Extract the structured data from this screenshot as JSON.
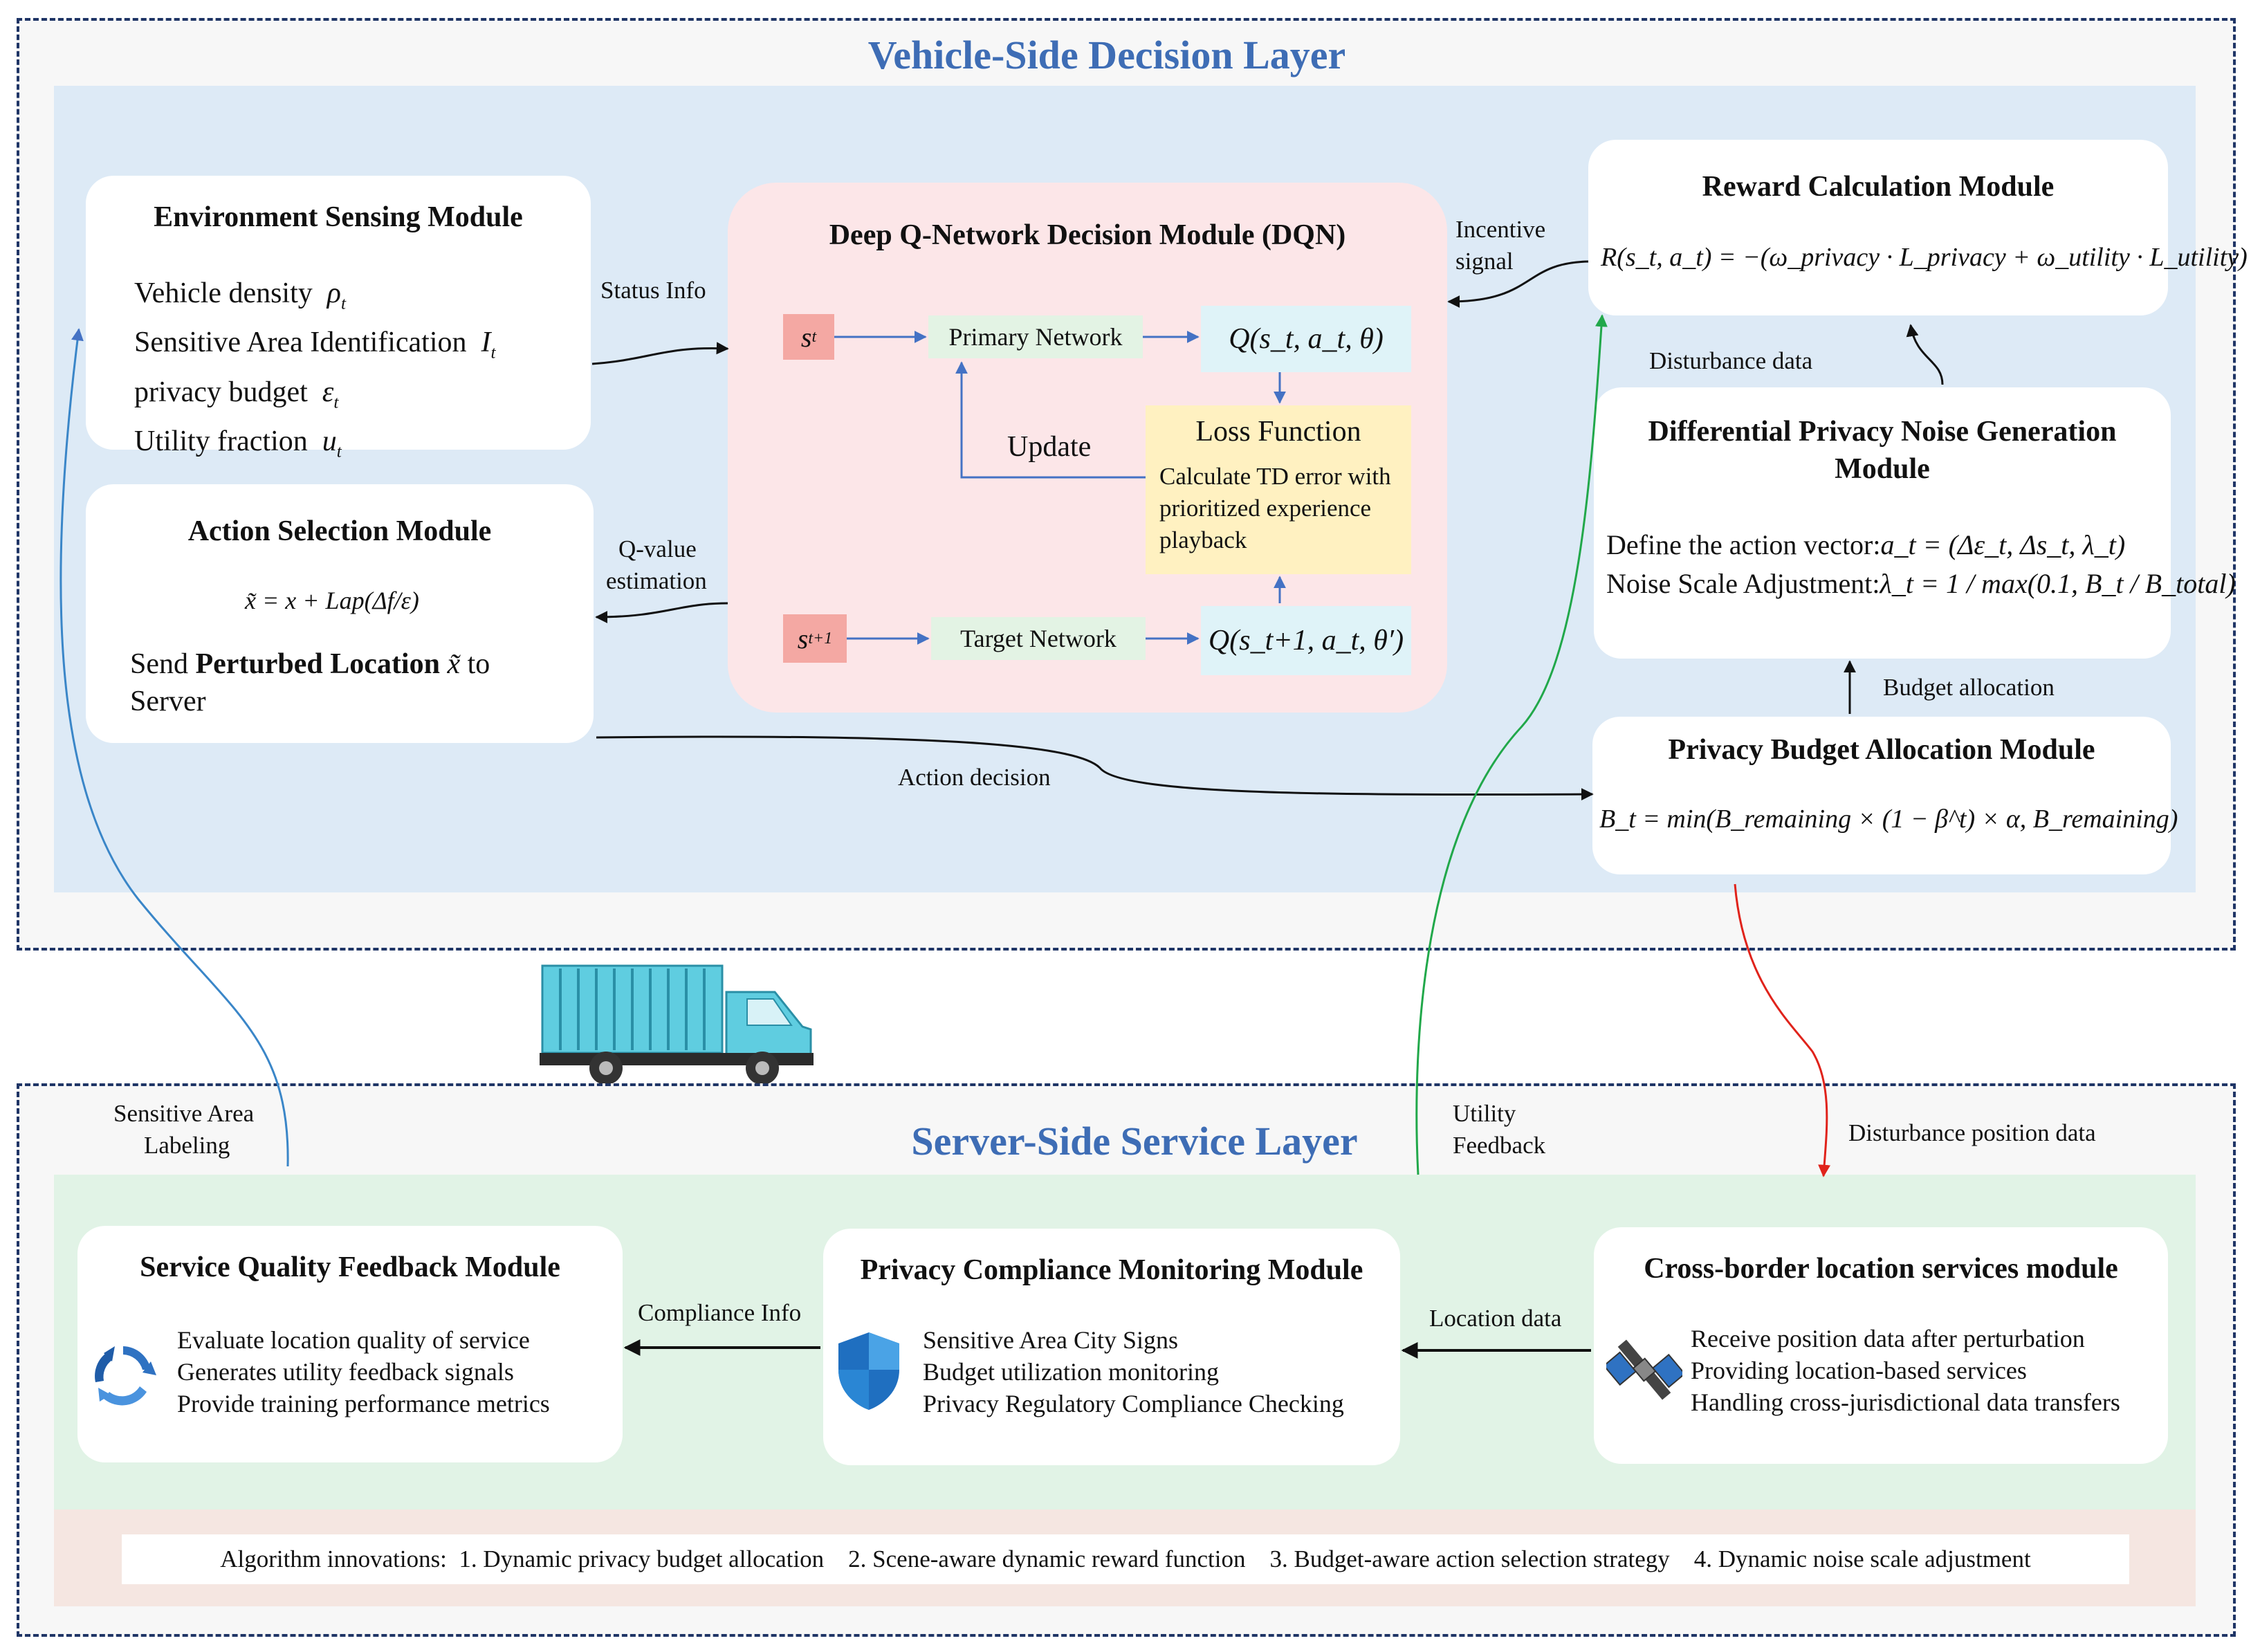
{
  "vehicle_layer": {
    "title": "Vehicle-Side Decision Layer",
    "env_module": {
      "title": "Environment Sensing Module",
      "lines": [
        {
          "text": "Vehicle density",
          "sym": "ρ",
          "sub": "t"
        },
        {
          "text": "Sensitive Area Identification",
          "sym": "I",
          "sub": "t"
        },
        {
          "text": "privacy budget",
          "sym": "ε",
          "sub": "t"
        },
        {
          "text": "Utility fraction",
          "sym": "u",
          "sub": "t"
        }
      ]
    },
    "action_module": {
      "title": "Action Selection Module",
      "formula": "x̃ = x + Lap(Δf/ε)",
      "send_prefix": "Send",
      "send_bold": "Perturbed Location",
      "send_var": "x̃",
      "send_suffix": "to",
      "send_line2": "Server"
    },
    "dqn_module": {
      "title": "Deep Q-Network Decision Module (DQN)",
      "state_t": "s",
      "state_t_sub": "t",
      "state_t1": "s",
      "state_t1_sub": "t+1",
      "primary": "Primary Network",
      "target": "Target Network",
      "q_primary": "Q(s_t, a_t, θ)",
      "q_target": "Q(s_t+1, a_t, θ′)",
      "loss_title": "Loss Function",
      "loss_desc": "Calculate TD error with prioritized experience playback",
      "update": "Update"
    },
    "reward_module": {
      "title": "Reward Calculation Module",
      "formula": "R(s_t, a_t) = −(ω_privacy · L_privacy + ω_utility · L_utility)"
    },
    "dp_module": {
      "title_line1": "Differential Privacy Noise Generation",
      "title_line2": "Module",
      "line1_prefix": "Define the action vector:",
      "line1_formula": "a_t = (Δε_t, Δs_t, λ_t)",
      "line2_prefix": "Noise Scale Adjustment:",
      "line2_formula": "λ_t = 1 / max(0.1, B_t / B_total)"
    },
    "budget_module": {
      "title": "Privacy Budget Allocation Module",
      "formula": "B_t = min(B_remaining × (1 − β^t) × α, B_remaining)"
    },
    "labels": {
      "status_info": "Status Info",
      "incentive_1": "Incentive",
      "incentive_2": "signal",
      "disturbance_data": "Disturbance data",
      "qvalue_1": "Q-value",
      "qvalue_2": "estimation",
      "budget_allocation": "Budget allocation",
      "action_decision": "Action decision"
    }
  },
  "server_layer": {
    "title": "Server-Side Service Layer",
    "service_module": {
      "title": "Service Quality Feedback Module",
      "items": [
        "Evaluate location quality of service",
        "Generates utility feedback signals",
        "Provide training performance metrics"
      ]
    },
    "compliance_module": {
      "title": "Privacy Compliance Monitoring Module",
      "items": [
        "Sensitive Area City Signs",
        "Budget utilization monitoring",
        "Privacy Regulatory Compliance Checking"
      ]
    },
    "cross_module": {
      "title": "Cross-border location services module",
      "items": [
        "Receive position data after perturbation",
        "Providing location-based services",
        "Handling cross-jurisdictional data transfers"
      ]
    },
    "labels": {
      "sensitive_1": "Sensitive Area",
      "sensitive_2": "Labeling",
      "utility_1": "Utility",
      "utility_2": "Feedback",
      "disturbance_position": "Disturbance position data",
      "compliance_info": "Compliance Info",
      "location_data": "Location data"
    },
    "innovations": "Algorithm innovations:  1. Dynamic privacy budget allocation    2. Scene-aware dynamic reward function    3. Budget-aware action selection strategy    4. Dynamic noise scale adjustment"
  },
  "colors": {
    "vehicle_panel": "#ddeaf6",
    "server_panel": "#e1f3e6",
    "innovations_band": "#f5e6e1",
    "dqn_bg": "#fce6e8",
    "state_box": "#f4a8a3",
    "network_box": "#e3f3e4",
    "q_box": "#dff3f8",
    "loss_box": "#fff1c1",
    "layer_title": "#3e6db5",
    "dashed_border": "#1f3566",
    "arrow_blue": "#4472c4",
    "arrow_green": "#21a84a",
    "arrow_red": "#e0231b"
  }
}
